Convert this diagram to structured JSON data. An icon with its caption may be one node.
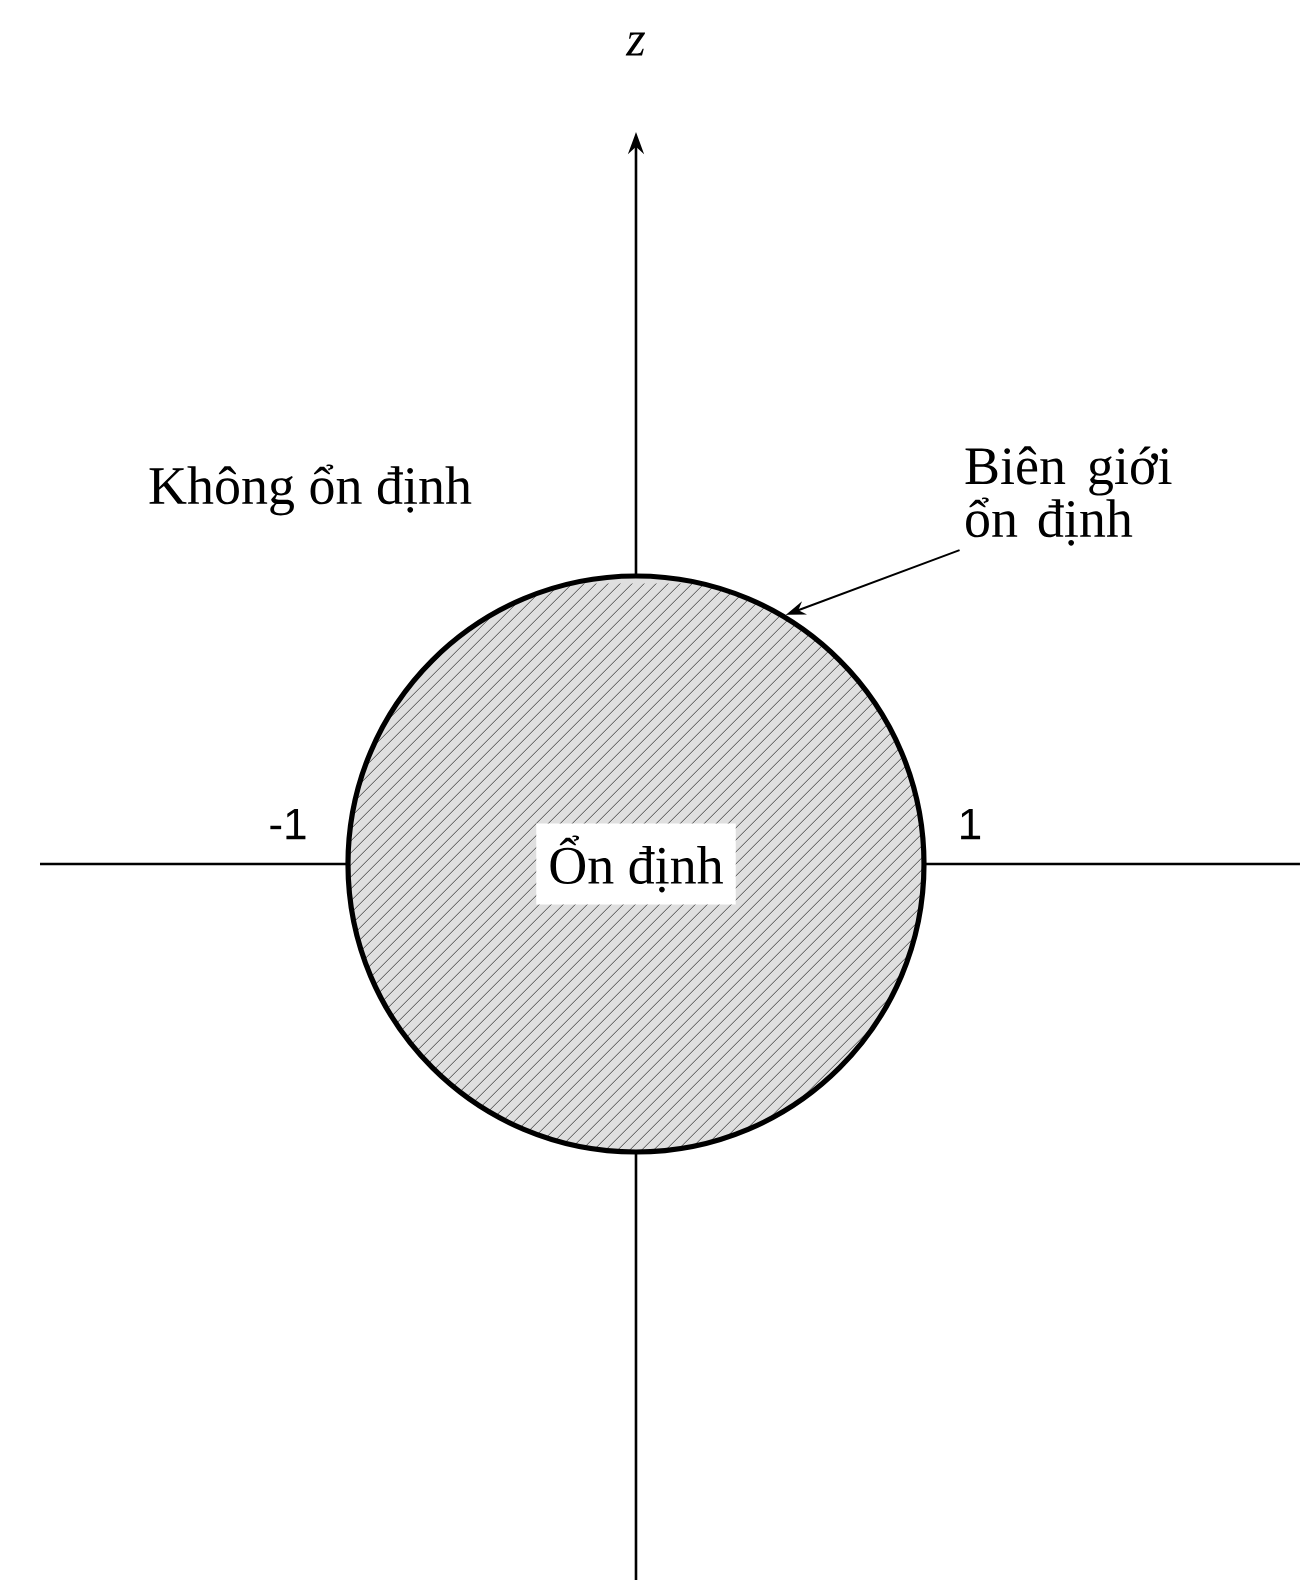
{
  "diagram": {
    "nodes": [
      {
        "text": [
          "Ổn định"
        ]
      },
      {
        "text": [
          "Biên giới ổn định"
        ]
      }
    ],
    "edges": [
      {
        "from": 1,
        "to": 0,
        "arrow": "to"
      }
    ],
    "labels": [
      "z",
      "Không ổn định",
      "-1",
      "1"
    ]
  }
}
